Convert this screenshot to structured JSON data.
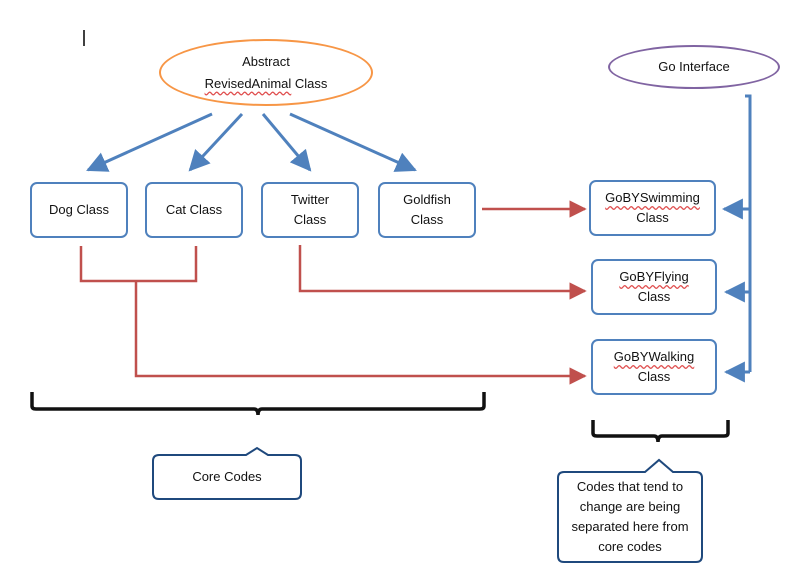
{
  "nodes": {
    "abstract_class": {
      "line1": "Abstract",
      "line2_word": "RevisedAnimal",
      "line2_rest": " Class"
    },
    "go_interface": {
      "label": "Go Interface"
    },
    "dog": {
      "label": "Dog Class"
    },
    "cat": {
      "label": "Cat Class"
    },
    "twitter": {
      "line1": "Twitter",
      "line2": "Class"
    },
    "goldfish": {
      "line1": "Goldfish",
      "line2": "Class"
    },
    "swimming": {
      "line1": "GoBYSwimming",
      "line2": "Class"
    },
    "flying": {
      "line1": "GoBYFlying",
      "line2": "Class"
    },
    "walking": {
      "line1": "GoBYWalking",
      "line2": "Class"
    }
  },
  "callouts": {
    "core": {
      "label": "Core Codes"
    },
    "changing": {
      "lines": [
        "Codes that tend to",
        "change are being",
        "separated here from",
        "core codes"
      ]
    }
  },
  "colors": {
    "box_border": "#4f81bd",
    "inherit_arrow": "#4f81bd",
    "usage_arrow": "#c0504d",
    "abstract_oval": "#f79646",
    "interface_oval": "#8064a2",
    "bracket": "#111111",
    "callout_border": "#1f497d"
  }
}
